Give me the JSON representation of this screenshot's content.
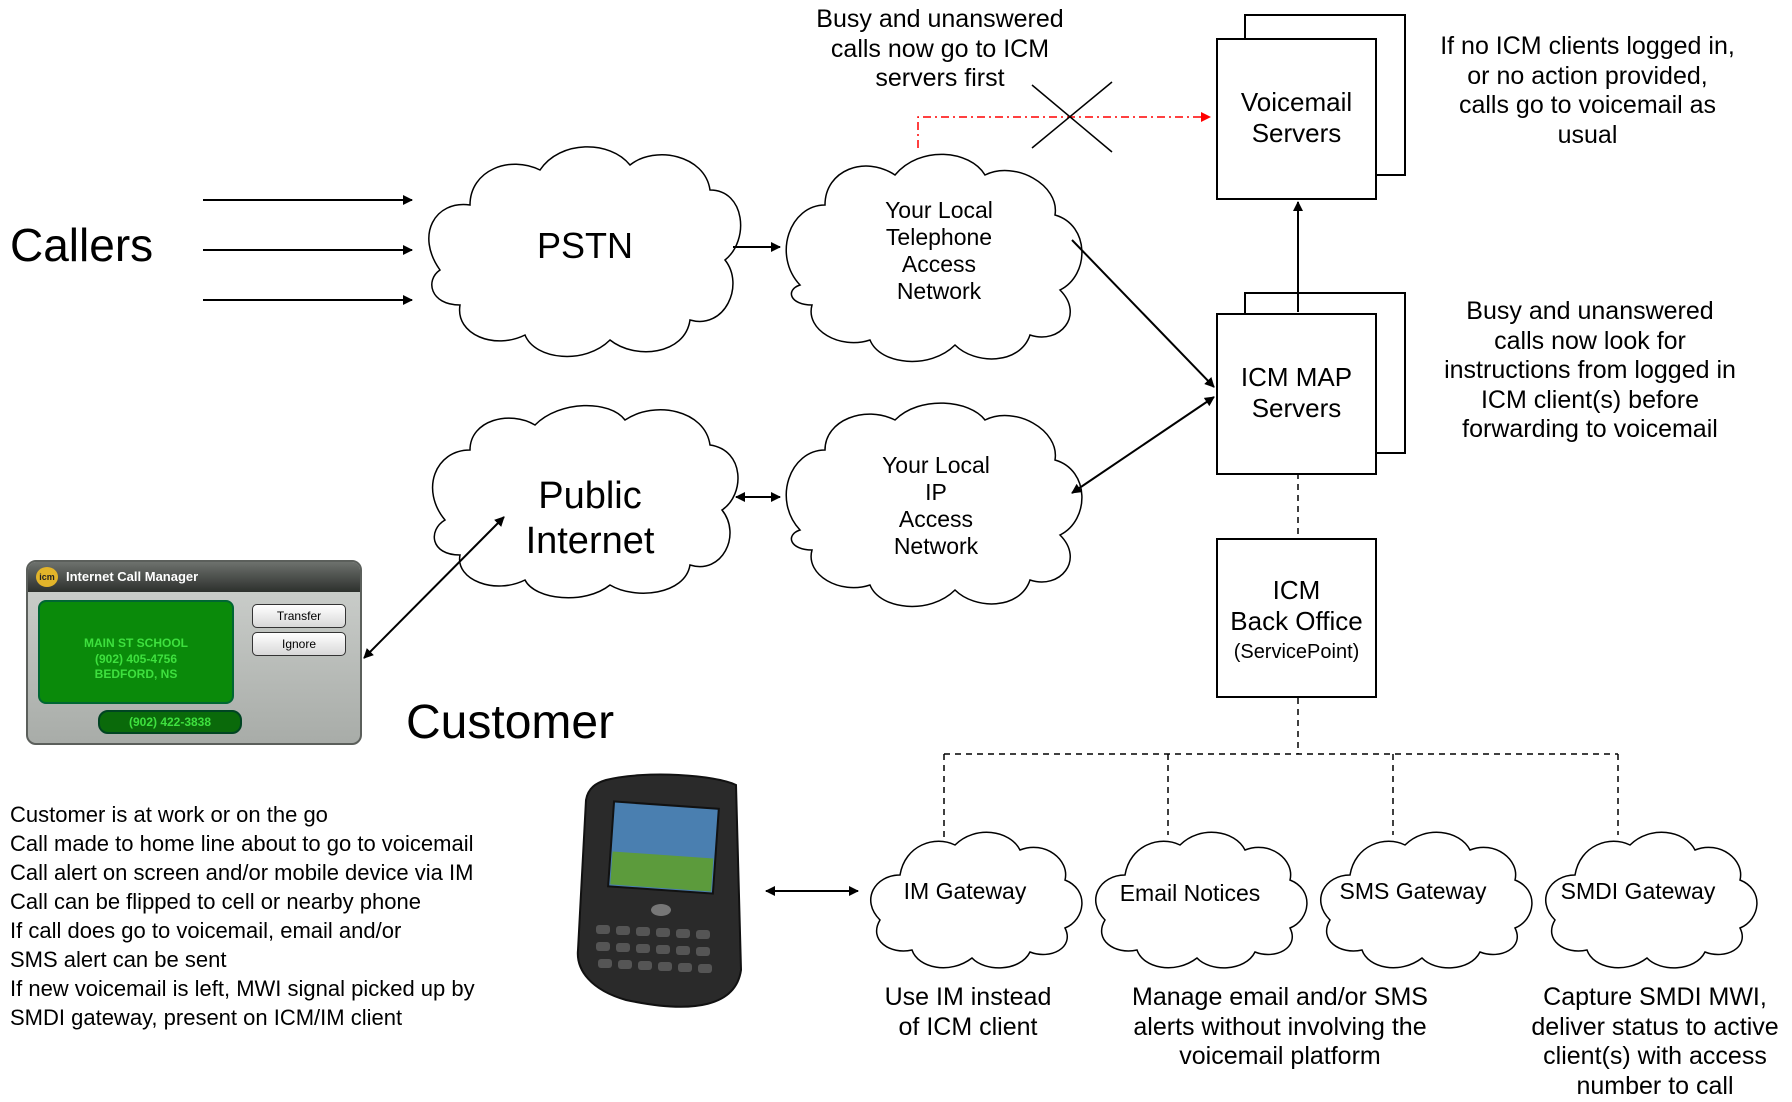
{
  "labels": {
    "callers": "Callers",
    "pstn": "PSTN",
    "local_tel": "Your Local\nTelephone\nAccess\nNetwork",
    "public_internet": "Public\nInternet",
    "local_ip": "Your Local\nIP\nAccess\nNetwork",
    "customer": "Customer",
    "voicemail_servers": "Voicemail\nServers",
    "map_servers": "ICM MAP\nServers",
    "back_office_title": "ICM\nBack Office",
    "back_office_sub": "(ServicePoint)",
    "im_gateway": "IM Gateway",
    "email_notices": "Email Notices",
    "sms_gateway": "SMS Gateway",
    "smdi_gateway": "SMDI Gateway"
  },
  "notes": {
    "busy_first": "Busy and unanswered\ncalls now go to ICM\nservers first",
    "no_clients": "If no ICM clients logged in,\nor no action provided,\ncalls go to voicemail as\nusual",
    "busy_look": "Busy and unanswered\ncalls now look for\ninstructions from logged in\nICM client(s) before\nforwarding to voicemail",
    "use_im": "Use IM instead\nof ICM client",
    "manage_email": "Manage email and/or SMS\nalerts without involving the\nvoicemail platform",
    "capture_smdi": "Capture SMDI MWI,\ndeliver status to active\nclient(s) with access\nnumber to call"
  },
  "customer_steps": [
    "Customer is at work or on the go",
    "Call made to home line about to go to voicemail",
    "Call alert on screen and/or mobile device via IM",
    "Call can be flipped to cell or nearby phone",
    "If call does go to voicemail, email and/or",
    "SMS alert can be sent",
    "If new voicemail is left, MWI signal picked up by",
    "SMDI gateway, present on ICM/IM client"
  ],
  "icm_client": {
    "title": "Internet Call Manager",
    "logo": "icm",
    "screen_line1": "MAIN ST SCHOOL",
    "screen_line2": "(902) 405-4756",
    "screen_line3": "BEDFORD, NS",
    "transfer_button": "Transfer",
    "ignore_button": "Ignore",
    "number": "(902) 422-3838"
  },
  "colors": {
    "line": "#000000",
    "dashed_red": "#ff0000",
    "screen_green": "#0a8a0a",
    "screen_text": "#3ee03e"
  }
}
